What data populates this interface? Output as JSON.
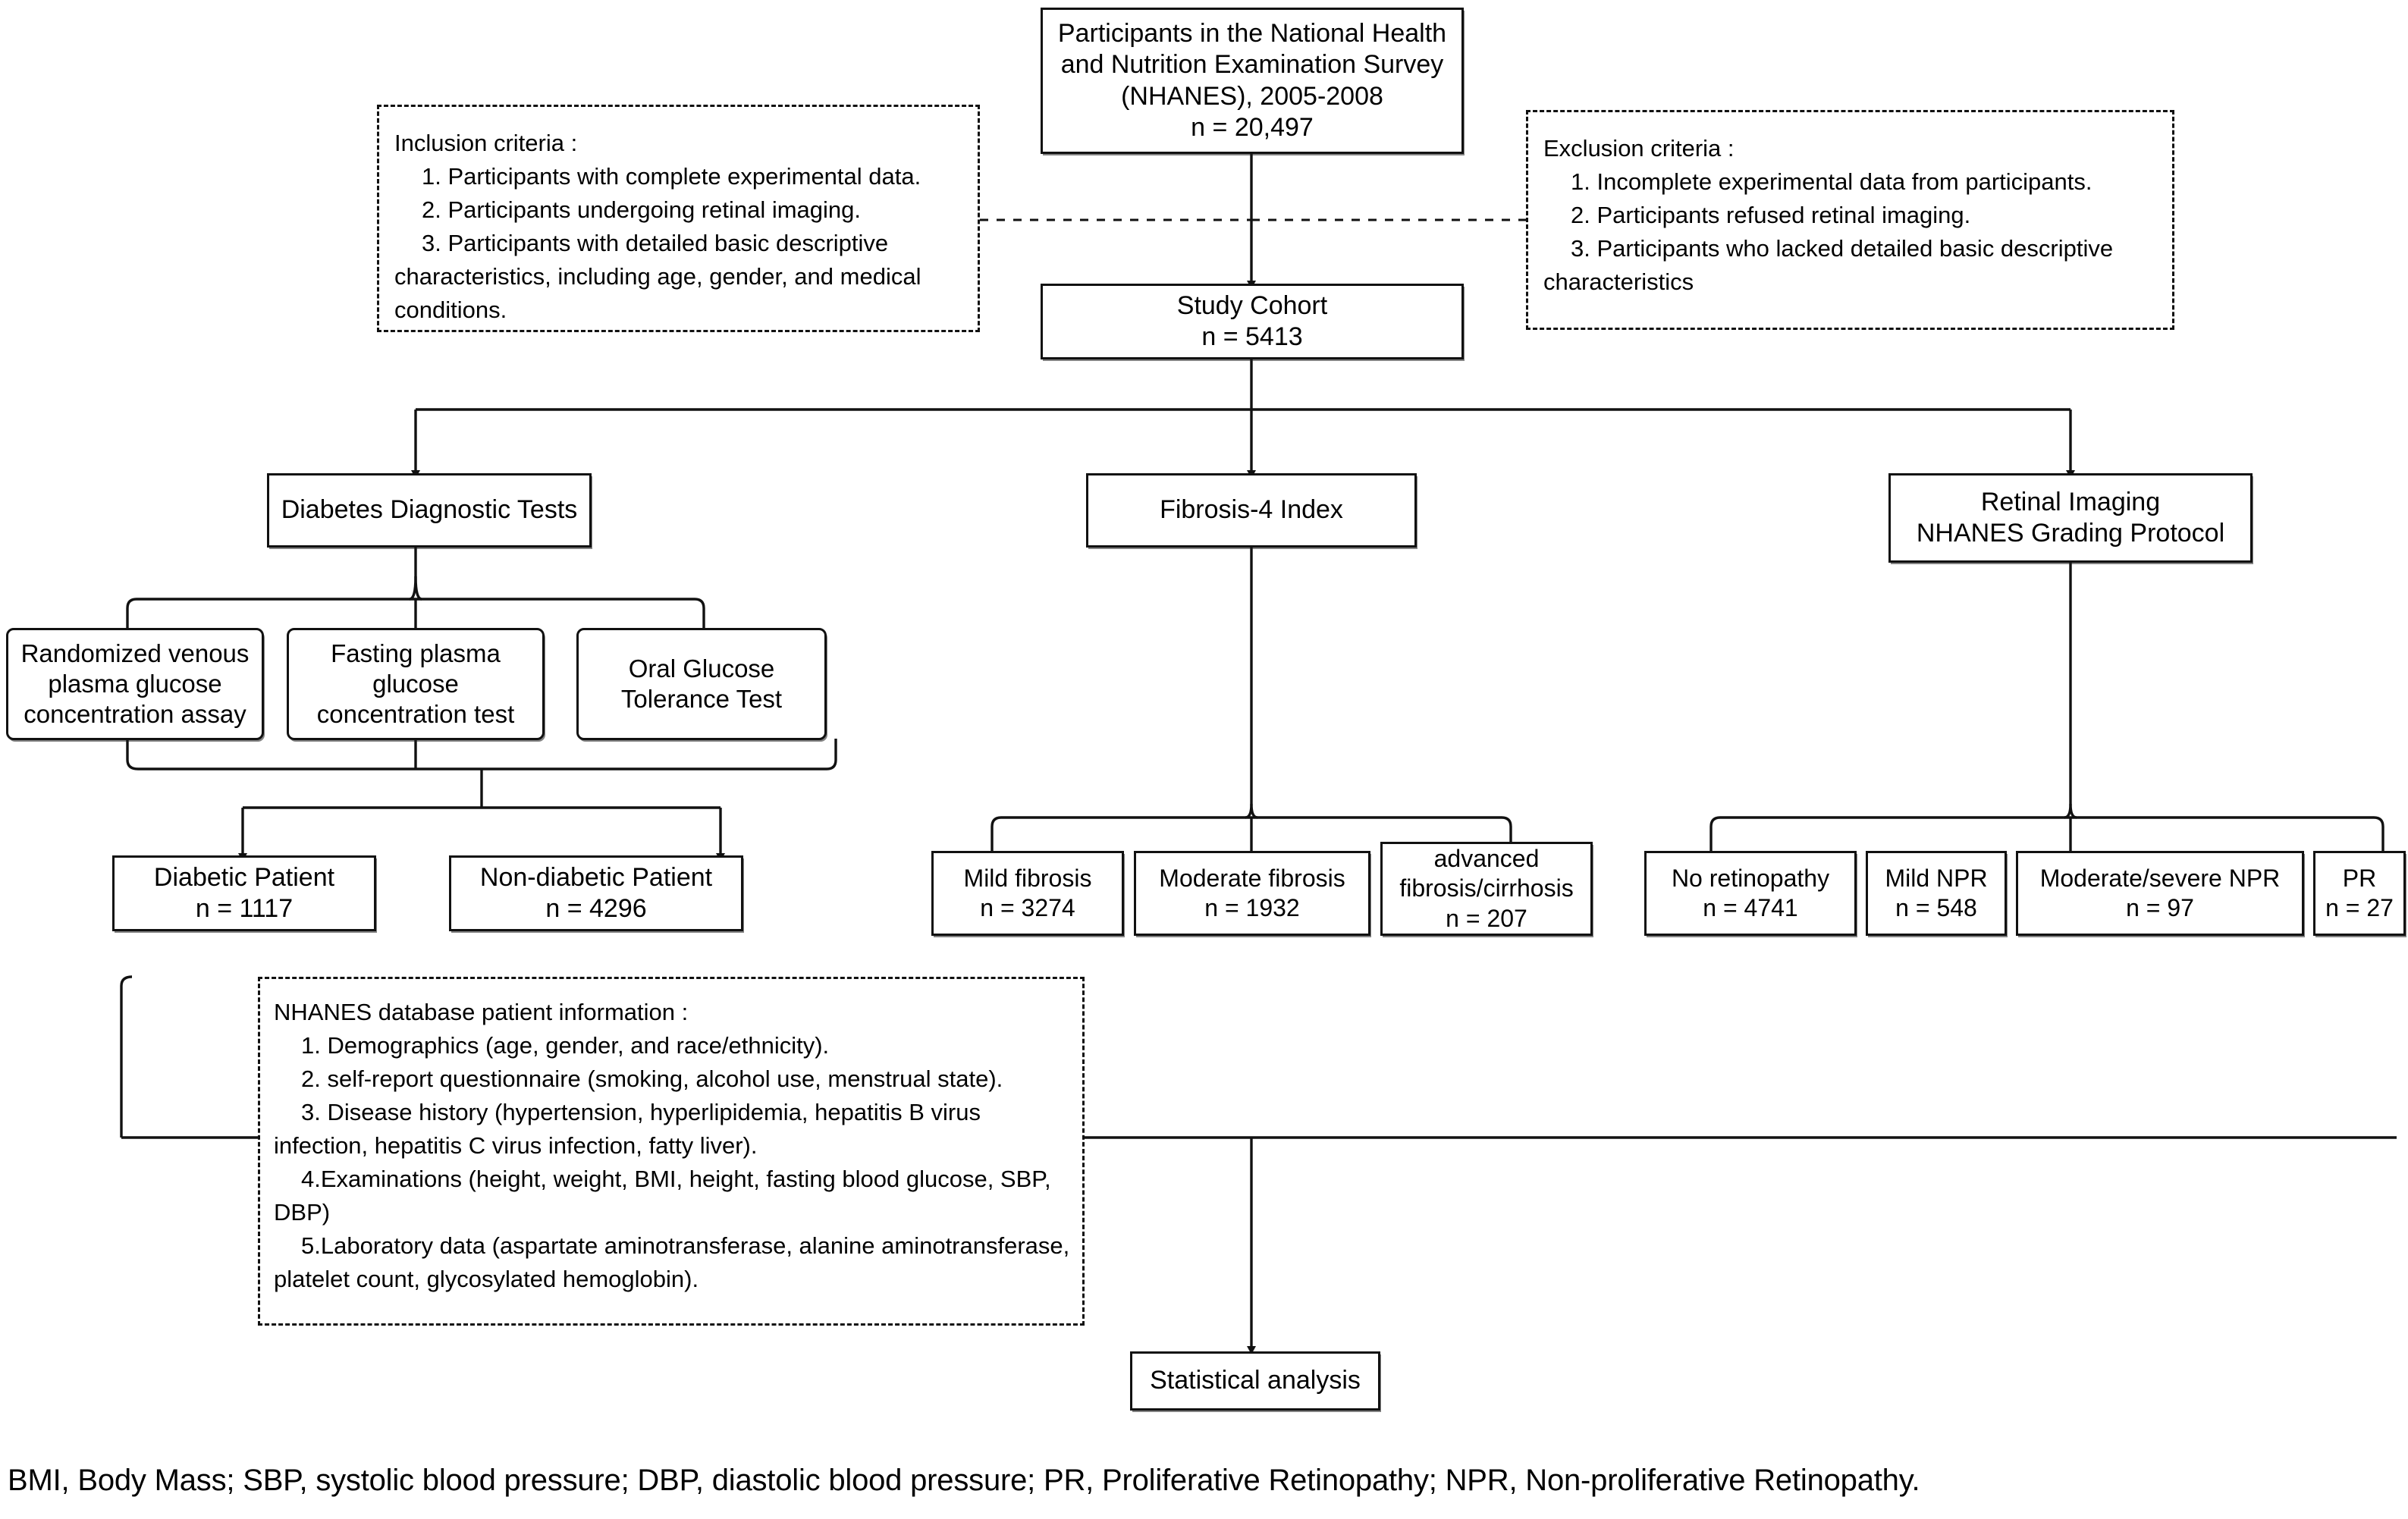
{
  "diagram": {
    "type": "flowchart",
    "title": "NHANES 2005-2008 study participant selection flowchart",
    "nodes": {
      "participants": "Participants in the National Health\nand Nutrition Examination Survey\n(NHANES), 2005-2008\nn = 20,497",
      "study_cohort": "Study Cohort\nn = 5413",
      "diabetes_tests": "Diabetes Diagnostic Tests",
      "fib4": "Fibrosis-4 Index",
      "retinal_imaging": "Retinal Imaging\nNHANES Grading Protocol",
      "random_venous": "Randomized venous\nplasma glucose\nconcentration assay",
      "fasting_plasma": "Fasting plasma\nglucose\nconcentration test",
      "ogtt": "Oral Glucose\nTolerance Test",
      "diabetic_patient": "Diabetic Patient\nn = 1117",
      "non_diabetic_patient": "Non-diabetic Patient\nn = 4296",
      "mild_fibrosis": "Mild fibrosis\nn = 3274",
      "moderate_fibrosis": "Moderate fibrosis\nn = 1932",
      "advanced_fibrosis": "advanced\nfibrosis/cirrhosis\nn = 207",
      "no_retinopathy": "No retinopathy\nn = 4741",
      "mild_npr": "Mild NPR\nn = 548",
      "moderate_severe_npr": "Moderate/severe NPR\nn = 97",
      "pr": "PR\nn = 27",
      "statistical_analysis": "Statistical analysis"
    },
    "inclusion": {
      "header": "Inclusion criteria :",
      "items": [
        "1. Participants with complete experimental data.",
        "2. Participants undergoing retinal imaging.",
        "3. Participants with detailed basic descriptive characteristics, including age, gender, and medical conditions."
      ]
    },
    "exclusion": {
      "header": "Exclusion criteria :",
      "items": [
        "1. Incomplete experimental data from participants.",
        "2. Participants refused retinal imaging.",
        "3. Participants who lacked detailed basic descriptive characteristics"
      ]
    },
    "database_info": {
      "header": "NHANES database patient information :",
      "items": [
        "1. Demographics (age, gender, and race/ethnicity).",
        "2. self-report questionnaire (smoking, alcohol use, menstrual state).",
        "3. Disease history (hypertension, hyperlipidemia, hepatitis B virus infection, hepatitis C virus infection, fatty liver).",
        "4.Examinations (height, weight, BMI, height, fasting blood glucose, SBP, DBP)",
        "5.Laboratory data (aspartate aminotransferase, alanine aminotransferase, platelet count, glycosylated hemoglobin)."
      ]
    },
    "footnote": "BMI, Body Mass; SBP, systolic blood pressure; DBP, diastolic blood pressure; PR, Proliferative Retinopathy; NPR, Non-proliferative Retinopathy.",
    "colors": {
      "stroke": "#111111",
      "background": "#ffffff",
      "text": "#000000"
    }
  }
}
